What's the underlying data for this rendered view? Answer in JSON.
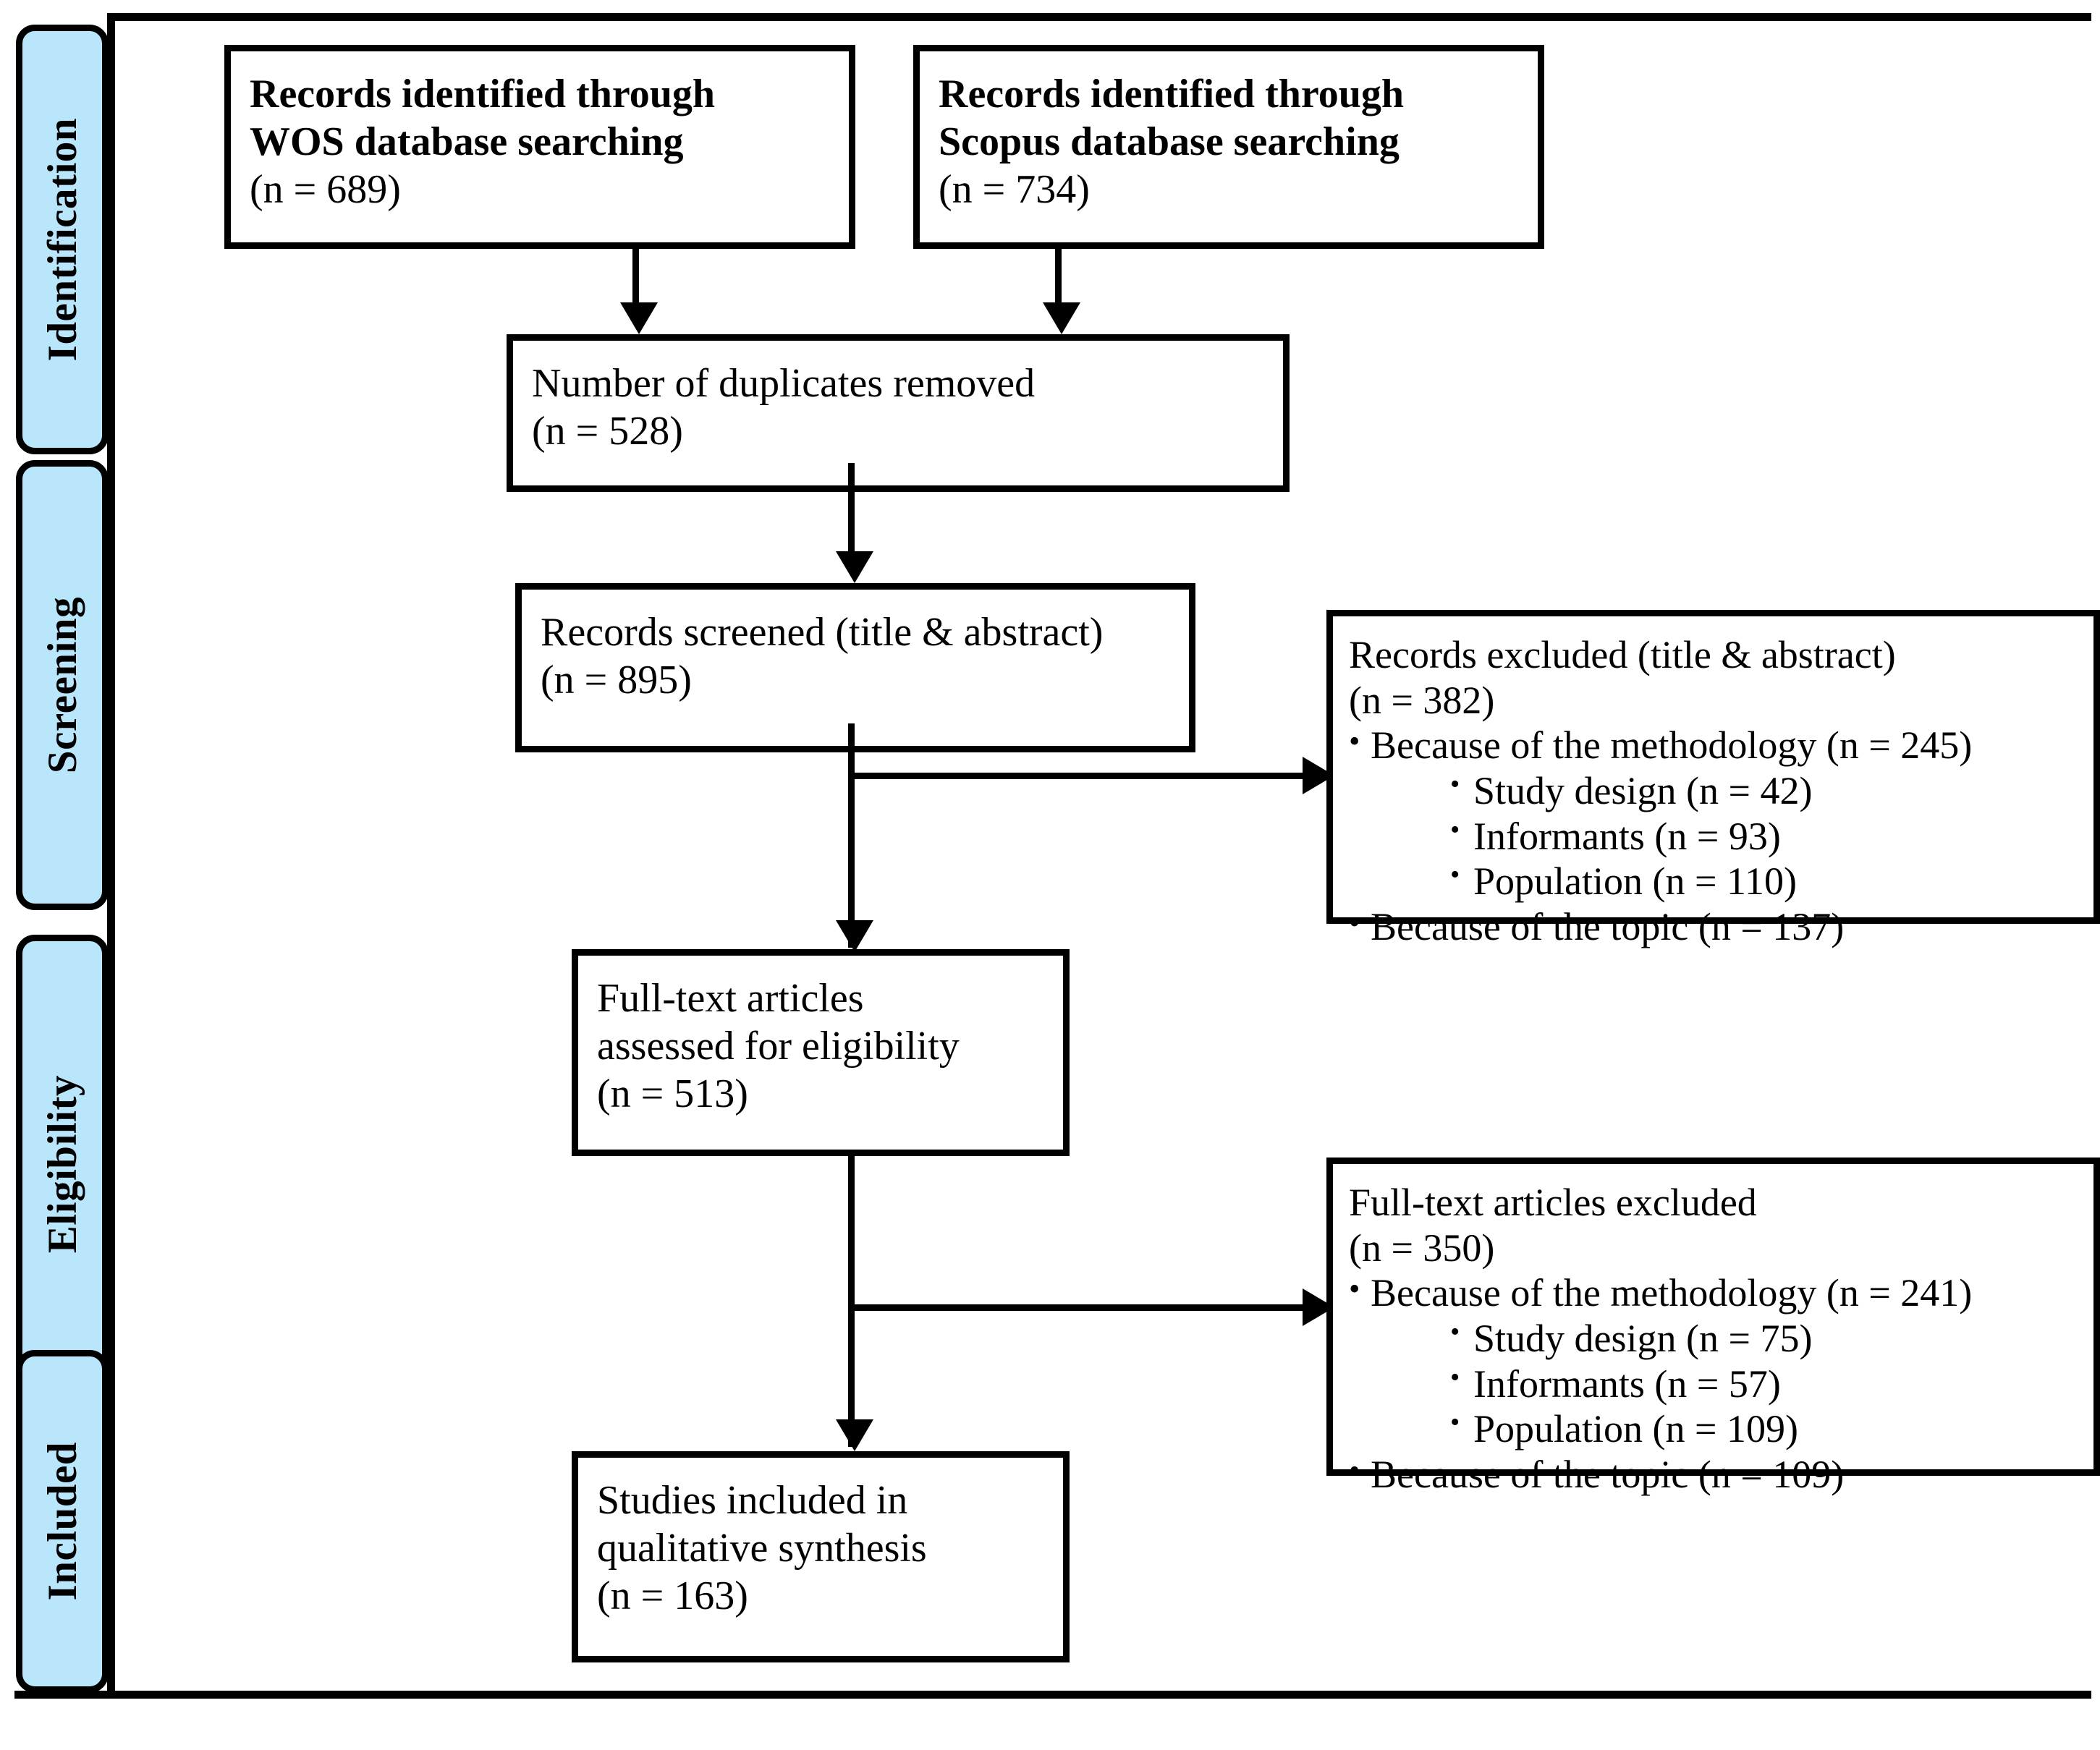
{
  "diagram": {
    "type": "prisma-flow-diagram",
    "stages": [
      {
        "id": "identification",
        "label": "Identification"
      },
      {
        "id": "screening",
        "label": "Screening"
      },
      {
        "id": "eligibility",
        "label": "Eligibility"
      },
      {
        "id": "included",
        "label": "Included"
      }
    ],
    "colors": {
      "stage_tab_fill": "#b9e6fb",
      "stroke": "#000000",
      "box_fill": "#ffffff"
    },
    "boxes": {
      "wos": {
        "head_line1": "Records identified through",
        "head_line2": "WOS database searching",
        "count_line": "(n = 689)"
      },
      "scopus": {
        "head_line1": "Records identified through",
        "head_line2": "Scopus database searching",
        "count_line": "(n = 734)"
      },
      "duplicates": {
        "head_line1": "Number of duplicates removed",
        "count_line": "(n = 528)"
      },
      "screened": {
        "head_line1": "Records screened (title & abstract)",
        "count_line": "(n = 895)"
      },
      "fulltext": {
        "head_line1": "Full-text articles",
        "head_line2": "assessed for eligibility",
        "count_line": "(n = 513)"
      },
      "included": {
        "head_line1": "Studies included in",
        "head_line2": "qualitative synthesis",
        "count_line": "(n = 163)"
      }
    },
    "exclusions": {
      "screening": {
        "title": "Records excluded (title & abstract)",
        "count_line": "(n = 382)",
        "reasons": [
          {
            "level": 1,
            "text": "Because of the methodology (n = 245)"
          },
          {
            "level": 2,
            "text": "Study design (n = 42)"
          },
          {
            "level": 2,
            "text": "Informants (n = 93)"
          },
          {
            "level": 2,
            "text": "Population (n = 110)"
          },
          {
            "level": 1,
            "text": "Because of the topic (n = 137)"
          }
        ]
      },
      "eligibility": {
        "title": "Full-text articles excluded",
        "count_line": "(n = 350)",
        "reasons": [
          {
            "level": 1,
            "text": "Because of the methodology (n = 241)"
          },
          {
            "level": 2,
            "text": "Study design (n = 75)"
          },
          {
            "level": 2,
            "text": "Informants (n = 57)"
          },
          {
            "level": 2,
            "text": "Population (n = 109)"
          },
          {
            "level": 1,
            "text": "Because of the topic (n = 109)"
          }
        ]
      }
    }
  }
}
